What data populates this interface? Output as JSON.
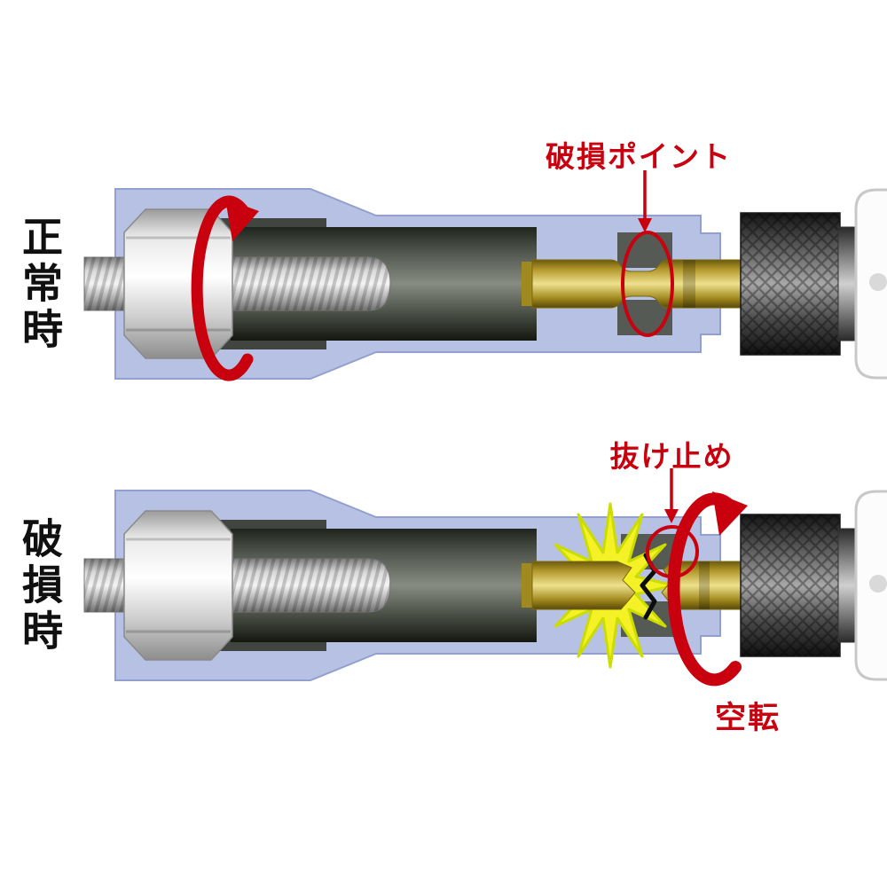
{
  "annotations": {
    "normal_state": "正常時",
    "broken_state": "破損時",
    "breakage_point": "破損ポイント",
    "retention_stop": "抜け止め",
    "free_spin": "空転"
  },
  "colors": {
    "annotation_red": "#c9000e",
    "socket_body_blue": "#b7c1e4",
    "bit_gold": "#d8bf5a",
    "spark_yellow": "#f5f127",
    "metal_dark": "#41453f"
  }
}
